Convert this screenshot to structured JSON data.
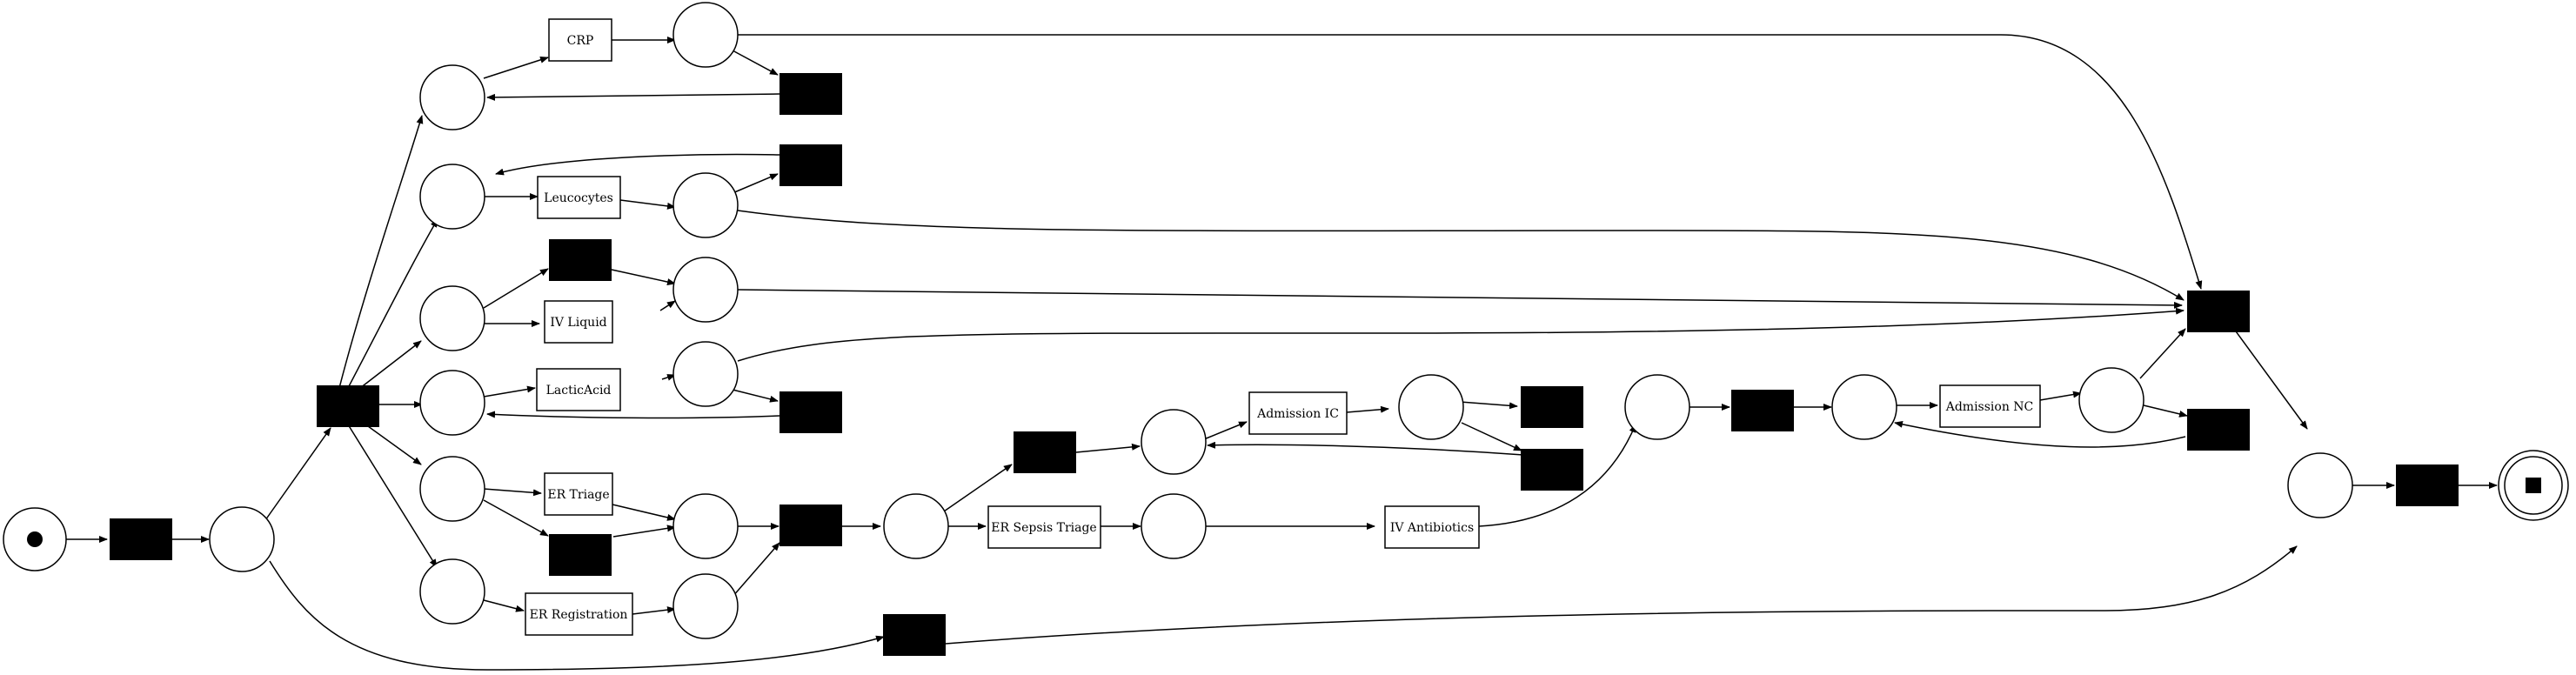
{
  "colors": {
    "stroke": "#000000",
    "transition_fill": "#000000",
    "background": "#ffffff"
  },
  "labels": {
    "crp": "CRP",
    "leucocytes": "Leucocytes",
    "iv_liquid": "IV Liquid",
    "lactic_acid": "LacticAcid",
    "er_triage": "ER Triage",
    "er_registration": "ER Registration",
    "er_sepsis_triage": "ER Sepsis Triage",
    "admission_ic": "Admission IC",
    "iv_antibiotics": "IV Antibiotics",
    "admission_nc": "Admission NC"
  }
}
